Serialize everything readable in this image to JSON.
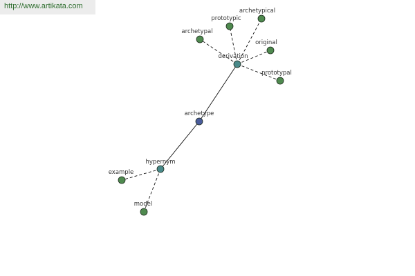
{
  "banner": {
    "url_text": "http://www.artikata.com"
  },
  "colors": {
    "center": "#4a5c9c",
    "hub": "#4a8a8a",
    "leaf": "#4f8a4f"
  },
  "graph": {
    "nodes": [
      {
        "id": "archetype",
        "label": "archetype",
        "kind": "center"
      },
      {
        "id": "derivation",
        "label": "derivation",
        "kind": "hub"
      },
      {
        "id": "hypernym",
        "label": "hypernym",
        "kind": "hub"
      },
      {
        "id": "archetypal",
        "label": "archetypal",
        "kind": "leaf"
      },
      {
        "id": "prototypic",
        "label": "prototypic",
        "kind": "leaf"
      },
      {
        "id": "archetypical",
        "label": "archetypical",
        "kind": "leaf"
      },
      {
        "id": "original",
        "label": "original",
        "kind": "leaf"
      },
      {
        "id": "prototypal",
        "label": "prototypal",
        "kind": "leaf"
      },
      {
        "id": "example",
        "label": "example",
        "kind": "leaf"
      },
      {
        "id": "model",
        "label": "model",
        "kind": "leaf"
      }
    ],
    "edges": [
      {
        "from": "archetype",
        "to": "derivation",
        "style": "solid"
      },
      {
        "from": "archetype",
        "to": "hypernym",
        "style": "solid"
      },
      {
        "from": "derivation",
        "to": "archetypal",
        "style": "dashed"
      },
      {
        "from": "derivation",
        "to": "prototypic",
        "style": "dashed"
      },
      {
        "from": "derivation",
        "to": "archetypical",
        "style": "dashed"
      },
      {
        "from": "derivation",
        "to": "original",
        "style": "dashed"
      },
      {
        "from": "derivation",
        "to": "prototypal",
        "style": "dashed"
      },
      {
        "from": "hypernym",
        "to": "example",
        "style": "dashed"
      },
      {
        "from": "hypernym",
        "to": "model",
        "style": "dashed"
      }
    ]
  }
}
